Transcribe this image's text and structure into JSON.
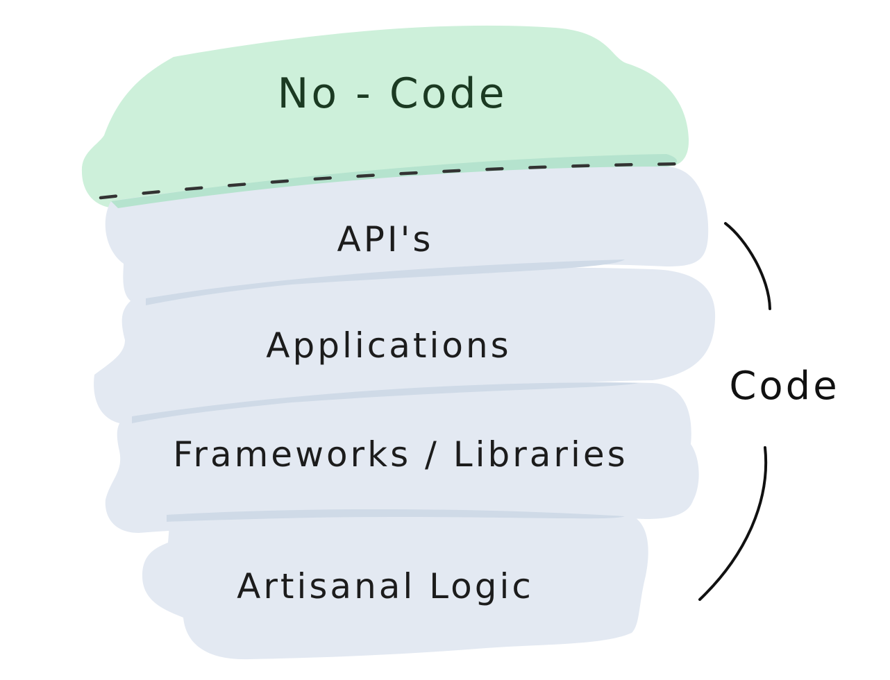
{
  "diagram": {
    "no_code": {
      "label": "No - Code",
      "color": "#cdf0da"
    },
    "code_layers": [
      {
        "label": "API's"
      },
      {
        "label": "Applications"
      },
      {
        "label": "Frameworks / Libraries"
      },
      {
        "label": "Artisanal Logic"
      }
    ],
    "code_layer_color": "#e3e9f2",
    "code_brace_label": "Code"
  }
}
